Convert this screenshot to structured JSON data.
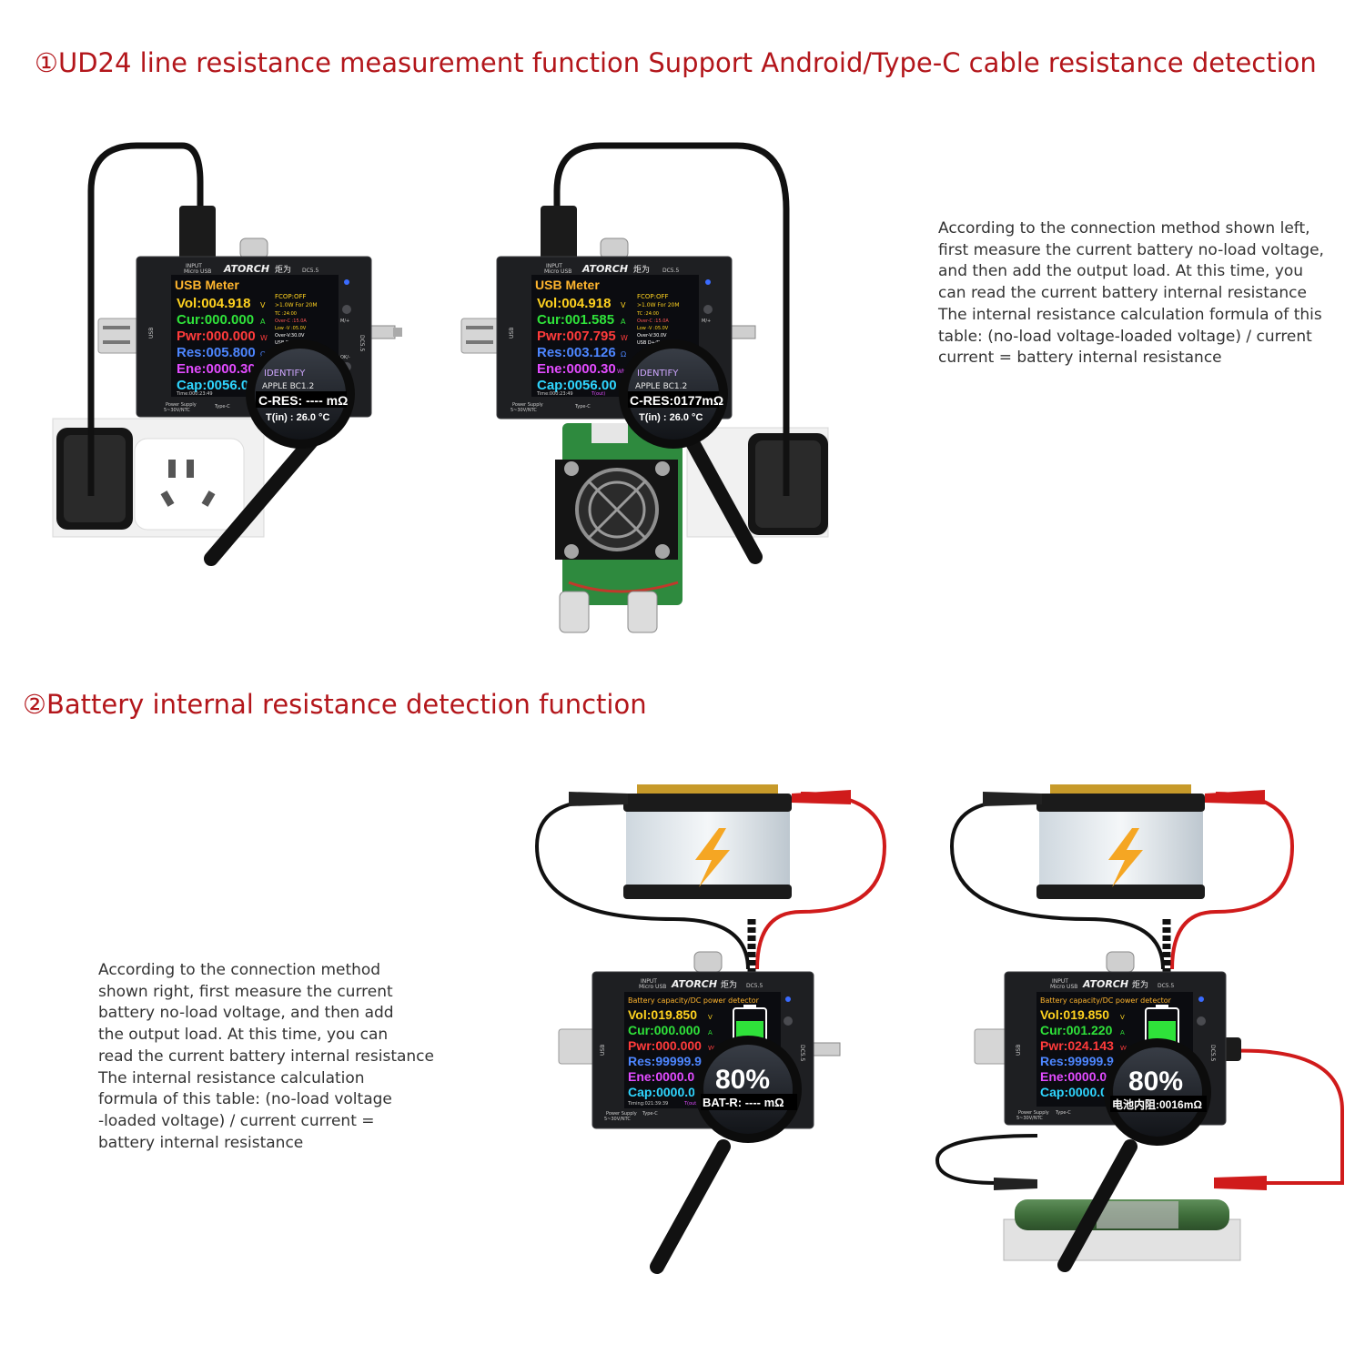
{
  "headings": {
    "line_resistance": "①UD24 line resistance measurement function Support Android/Type-C cable resistance detection",
    "battery_resistance": "②Battery internal resistance detection function"
  },
  "descriptions": {
    "top": "According to the connection method shown left,\nfirst measure the current battery no-load voltage,\nand then add the output load. At this time, you\ncan read the current battery internal resistance\nThe internal resistance calculation formula of this\n table: (no-load voltage-loaded voltage) / current\ncurrent = battery internal resistance",
    "bottom": "According to the connection method\nshown right, first measure the current\nbattery no-load voltage, and then add\nthe output load. At this time, you can\nread the current battery internal resistance\nThe internal resistance calculation\nformula of this table: (no-load voltage\n-loaded voltage) / current current =\nbattery internal resistance"
  },
  "device": {
    "brand": "ATORCH",
    "brand_cn": "炬为",
    "port_micro": "Micro USB",
    "port_input": "INPUT",
    "port_dc": "DC5.5",
    "port_usb": "USB",
    "port_typec": "Type-C",
    "port_power": "Power Supply",
    "port_power_range": "5~30V/NTC",
    "button_m": "M/+",
    "button_ok": "OK/-"
  },
  "meter1": {
    "title": "USB Meter",
    "vol": "Vol:004.918",
    "vol_unit": "V",
    "cur": "Cur:000.000",
    "cur_unit": "A",
    "pwr": "Pwr:000.000",
    "pwr_unit": "W",
    "res": "Res:005.800",
    "res_unit": "Ω",
    "ene": "Ene:0000.30",
    "cap": "Cap:0056.00",
    "timer": "Time:000:23:49",
    "side": [
      "FCOP:OFF",
      ">1.0W For 20M",
      "TC :24:00",
      "Over-C :15.0A",
      "Low -V :05.0V",
      "Over-V:30.0V",
      "USB D+/D- Volt"
    ],
    "zoom_top": "IDENTIFY",
    "zoom_line2": "APPLE        BC1.2",
    "zoom_main": "C-RES: ---- mΩ",
    "zoom_temp": "T(in) : 26.0 °C"
  },
  "meter2": {
    "title": "USB Meter",
    "vol": "Vol:004.918",
    "vol_unit": "V",
    "cur": "Cur:001.585",
    "cur_unit": "A",
    "pwr": "Pwr:007.795",
    "pwr_unit": "W",
    "res": "Res:003.126",
    "res_unit": "Ω",
    "ene": "Ene:0000.30",
    "ene_unit": "Wh",
    "cap": "Cap:0056.00",
    "timer": "Time:000:23:49",
    "tout": "T(out)",
    "side": [
      "FCOP:OFF",
      ">1.0W For 20M",
      "TC :24:00",
      "Over-C :15.0A",
      "Low -V :05.0V",
      "Over-V:30.0V",
      "USB D+/D- Volt"
    ],
    "zoom_top": "IDENTIFY",
    "zoom_line2": "APPLE        BC1.2",
    "zoom_main": "C-RES:0177mΩ",
    "zoom_temp": "T(in) : 26.0 °C"
  },
  "meter3": {
    "title": "Battery capacity/DC power detector",
    "vol": "Vol:019.850",
    "vol_unit": "V",
    "cur": "Cur:000.000",
    "cur_unit": "A",
    "pwr": "Pwr:000.000",
    "pwr_unit": "W",
    "res": "Res:99999.9",
    "ene": "Ene:0000.0",
    "cap": "Cap:0000.0",
    "timer": "Timing:021:39:39",
    "tout": "T(out)",
    "zoom_pct": "80%",
    "zoom_main": "BAT-R: ---- mΩ"
  },
  "meter4": {
    "title": "Battery capacity/DC power detector",
    "vol": "Vol:019.850",
    "vol_unit": "V",
    "cur": "Cur:001.220",
    "cur_unit": "A",
    "pwr": "Pwr:024.143",
    "pwr_unit": "W",
    "res": "Res:99999.9",
    "ene": "Ene:0000.0",
    "cap": "Cap:0000.0",
    "zoom_pct": "80%",
    "zoom_main": "电池内阻:0016mΩ"
  },
  "colors": {
    "heading": "#b3161b",
    "vol": "#ffd21f",
    "cur": "#2fe23a",
    "pwr": "#ff3b3b",
    "res": "#4d86ff",
    "ene": "#e24bff",
    "cap": "#2fd6ff",
    "title": "#ffb52e"
  }
}
